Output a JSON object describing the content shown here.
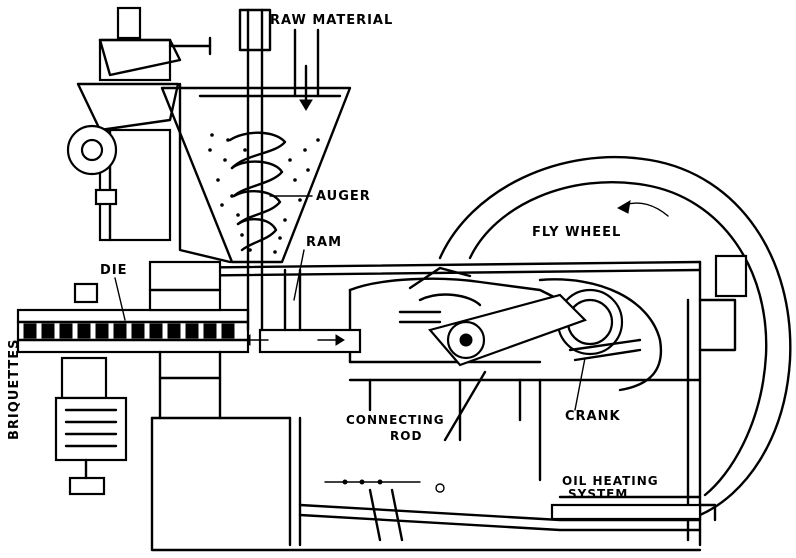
{
  "labels": {
    "raw_material": "RAW MATERIAL",
    "auger": "AUGER",
    "ram": "RAM",
    "die": "DIE",
    "fly_wheel": "FLY WHEEL",
    "briquettes": "BRIQUETTES",
    "connecting_rod_line1": "CONNECTING",
    "connecting_rod_line2": "ROD",
    "crank": "CRANK",
    "oil_heating_line1": "OIL HEATING",
    "oil_heating_line2": "SYSTEM"
  }
}
